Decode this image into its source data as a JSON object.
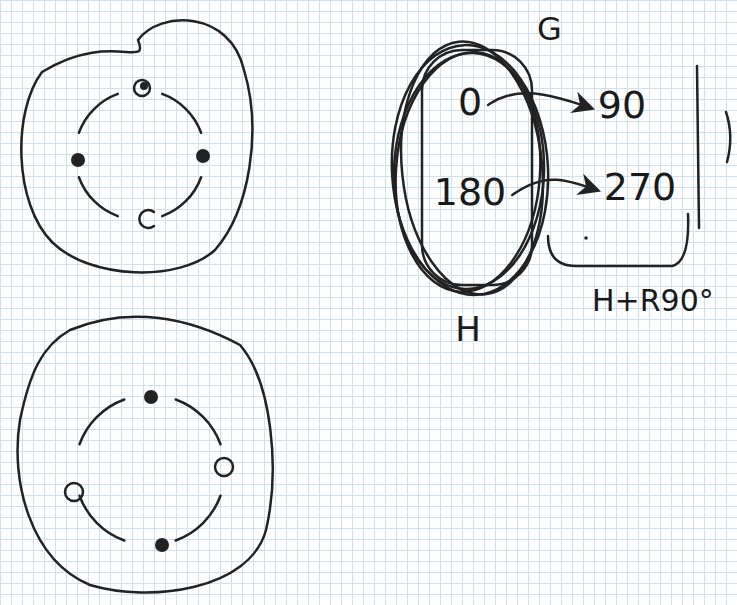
{
  "diagram": {
    "nodes": [
      {
        "text": [
          "H"
        ]
      },
      {
        "text": [
          "0"
        ],
        "in": 0
      },
      {
        "text": [
          "90"
        ]
      },
      {
        "text": [
          "180"
        ],
        "in": 0
      },
      {
        "text": [
          "270"
        ]
      }
    ],
    "edges": [
      {
        "from": 1,
        "to": 2,
        "arrow": "to"
      },
      {
        "from": 3,
        "to": 4,
        "arrow": "to"
      }
    ],
    "labels": [
      "G",
      "H+R90°"
    ]
  }
}
